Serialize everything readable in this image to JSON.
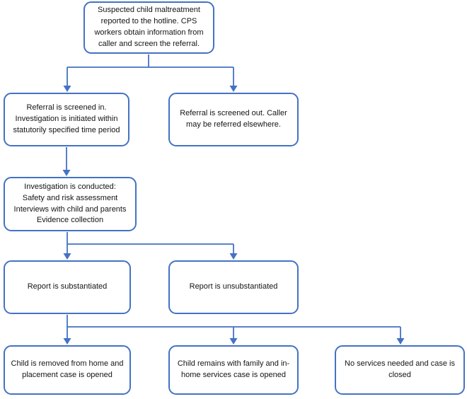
{
  "colors": {
    "accent": "#4472C4",
    "box_fill": "#ffffff",
    "text": "#141414",
    "background": "#ffffff"
  },
  "flowchart": {
    "nodes": [
      {
        "id": "report-hotline",
        "text": "Suspected child maltreatment\nreported to the hotline.  CPS\nworkers obtain information from\ncaller and screen the referral."
      },
      {
        "id": "screened-in",
        "text": "Referral is screened in.\nInvestigation is initiated within\nstatutorily specified time period"
      },
      {
        "id": "screened-out",
        "text": "Referral is screened out.  Caller\nmay be referred elsewhere."
      },
      {
        "id": "investigation",
        "text": "Investigation is conducted:\nSafety and risk assessment\nInterviews with child and parents\nEvidence collection"
      },
      {
        "id": "substantiated",
        "text": "Report is substantiated"
      },
      {
        "id": "unsubstantiated",
        "text": "Report is unsubstantiated"
      },
      {
        "id": "child-removed",
        "text": "Child is removed from home and\nplacement case is opened"
      },
      {
        "id": "child-remains",
        "text": "Child remains with family and in-\nhome services case is opened"
      },
      {
        "id": "no-services",
        "text": "No services needed and case is\nclosed"
      }
    ],
    "edges": [
      {
        "from": "report-hotline",
        "to": "screened-in"
      },
      {
        "from": "report-hotline",
        "to": "screened-out"
      },
      {
        "from": "screened-in",
        "to": "investigation"
      },
      {
        "from": "investigation",
        "to": "substantiated"
      },
      {
        "from": "investigation",
        "to": "unsubstantiated"
      },
      {
        "from": "substantiated",
        "to": "child-removed"
      },
      {
        "from": "substantiated",
        "to": "child-remains"
      },
      {
        "from": "substantiated",
        "to": "no-services"
      }
    ]
  }
}
